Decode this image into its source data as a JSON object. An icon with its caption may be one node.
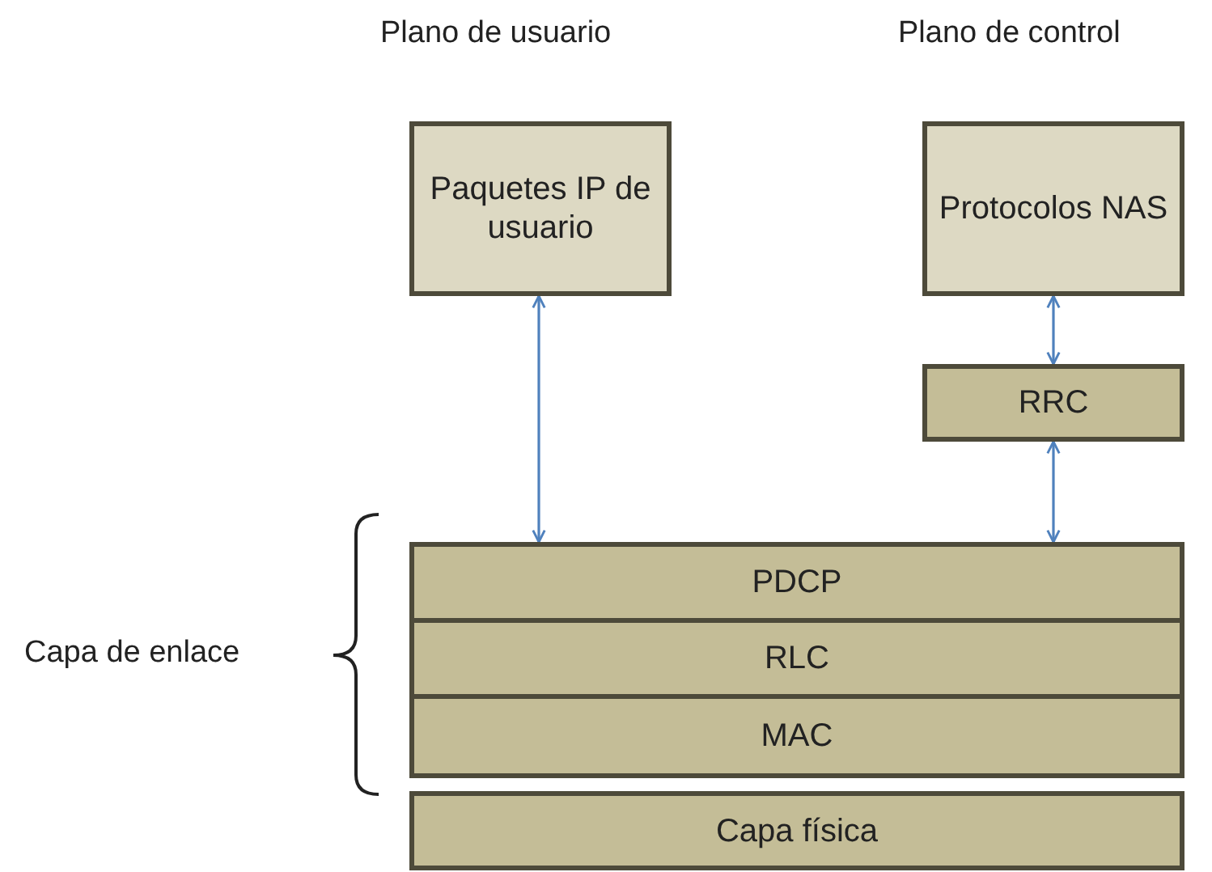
{
  "diagram": {
    "nodes": [
      {
        "text": [
          "Paquetes IP de usuario"
        ]
      },
      {
        "text": [
          "Protocolos NAS"
        ]
      },
      {
        "text": [
          "RRC"
        ]
      },
      {
        "text": [
          "PDCP"
        ]
      },
      {
        "text": [
          "RLC"
        ]
      },
      {
        "text": [
          "MAC"
        ]
      },
      {
        "text": [
          "Capa física"
        ]
      }
    ],
    "edges": [
      {
        "from": 0,
        "to": 3,
        "arrow": "both",
        "color": "#4f81bd"
      },
      {
        "from": 1,
        "to": 2,
        "arrow": "both",
        "color": "#4f81bd"
      },
      {
        "from": 2,
        "to": 3,
        "arrow": "both",
        "color": "#4f81bd"
      }
    ],
    "labels": [
      "Plano de usuario",
      "Plano de control",
      "Capa de enlace"
    ]
  }
}
